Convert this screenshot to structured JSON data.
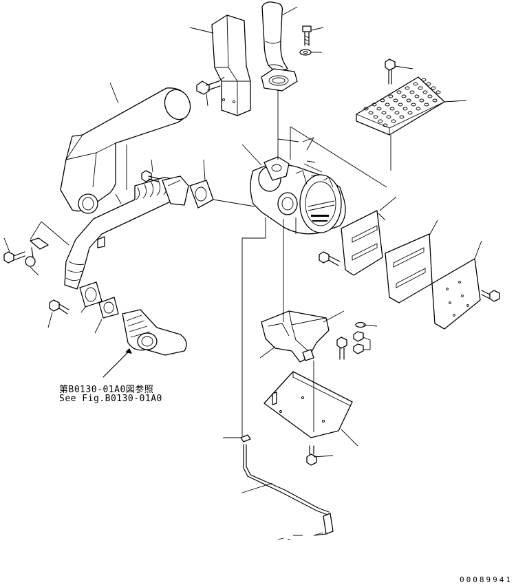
{
  "reference_note": {
    "japanese": "第B0130-01A0図参照",
    "english": "See Fig.B0130-01A0"
  },
  "drawing_number": "00089941",
  "stroke_color": "#000000",
  "background_color": "#ffffff"
}
